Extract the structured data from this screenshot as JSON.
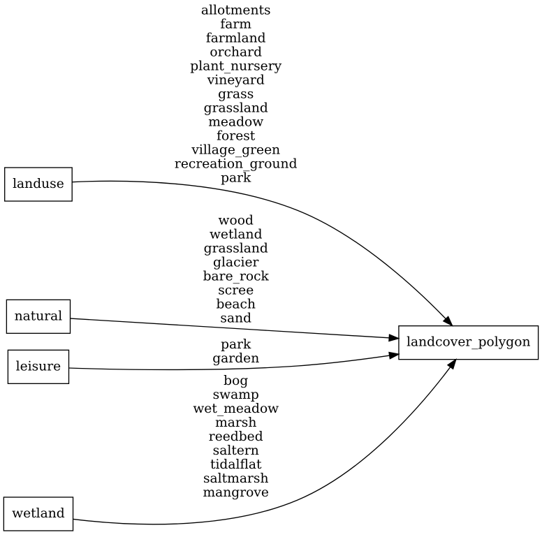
{
  "diagram": {
    "type": "graphviz-directed-graph",
    "background_color": "#ffffff",
    "stroke_color": "#000000",
    "text_color": "#000000",
    "target_node": "landcover_polygon",
    "nodes": [
      {
        "id": "landuse",
        "label": "landuse"
      },
      {
        "id": "natural",
        "label": "natural"
      },
      {
        "id": "leisure",
        "label": "leisure"
      },
      {
        "id": "wetland",
        "label": "wetland"
      },
      {
        "id": "landcover_polygon",
        "label": "landcover_polygon"
      }
    ],
    "edges": [
      {
        "from": "landuse",
        "to": "landcover_polygon",
        "labels": [
          "allotments",
          "farm",
          "farmland",
          "orchard",
          "plant_nursery",
          "vineyard",
          "grass",
          "grassland",
          "meadow",
          "forest",
          "village_green",
          "recreation_ground",
          "park"
        ]
      },
      {
        "from": "natural",
        "to": "landcover_polygon",
        "labels": [
          "wood",
          "wetland",
          "grassland",
          "glacier",
          "bare_rock",
          "scree",
          "beach",
          "sand"
        ]
      },
      {
        "from": "leisure",
        "to": "landcover_polygon",
        "labels": [
          "park",
          "garden"
        ]
      },
      {
        "from": "wetland",
        "to": "landcover_polygon",
        "labels": [
          "bog",
          "swamp",
          "wet_meadow",
          "marsh",
          "reedbed",
          "saltern",
          "tidalflat",
          "saltmarsh",
          "mangrove"
        ]
      }
    ]
  }
}
